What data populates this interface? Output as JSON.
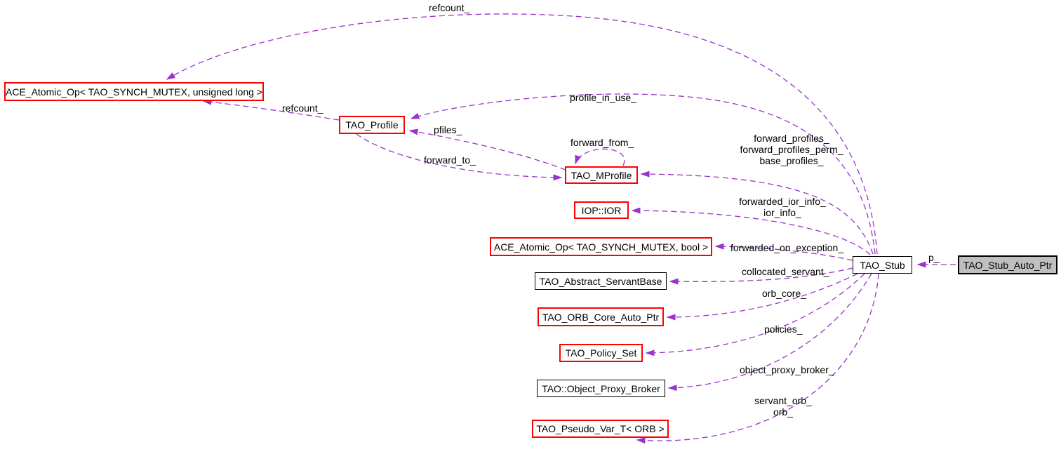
{
  "diagram": {
    "type": "doxygen-collaboration-graph",
    "colors": {
      "edge": "#9a32cd",
      "truncated_node_border": "#ff0000",
      "node_border": "#000000",
      "current_node_fill": "#bfbfbf",
      "node_fill": "#ffffff",
      "text": "#000000"
    },
    "nodes": {
      "ace_atomic_ulong": "ACE_Atomic_Op< TAO_SYNCH_MUTEX, unsigned long >",
      "tao_profile": "TAO_Profile",
      "tao_mprofile": "TAO_MProfile",
      "iop_ior": "IOP::IOR",
      "ace_atomic_bool": "ACE_Atomic_Op< TAO_SYNCH_MUTEX, bool >",
      "tao_abstract_servantbase": "TAO_Abstract_ServantBase",
      "tao_orb_core_auto_ptr": "TAO_ORB_Core_Auto_Ptr",
      "tao_policy_set": "TAO_Policy_Set",
      "tao_object_proxy_broker": "TAO::Object_Proxy_Broker",
      "tao_pseudo_var_t_orb": "TAO_Pseudo_Var_T< ORB >",
      "tao_stub": "TAO_Stub",
      "tao_stub_auto_ptr": "TAO_Stub_Auto_Ptr"
    },
    "edge_labels": {
      "refcount_top": "refcount_",
      "refcount": "refcount_",
      "profile_in_use": "profile_in_use_",
      "pfiles": "pfiles_",
      "forward_from": "forward_from_",
      "forward_profiles_1": "forward_profiles_",
      "forward_profiles_2": "forward_profiles_perm_",
      "forward_profiles_3": "base_profiles_",
      "forward_to": "forward_to_",
      "forwarded_ior_info_1": "forwarded_ior_info_",
      "forwarded_ior_info_2": "ior_info_",
      "forwarded_on_exception": "forwarded_on_exception_",
      "collocated_servant": "collocated_servant_",
      "orb_core": "orb_core_",
      "policies": "policies_",
      "object_proxy_broker": "object_proxy_broker_",
      "servant_orb_1": "servant_orb_",
      "servant_orb_2": "orb_",
      "p": "p_"
    }
  }
}
